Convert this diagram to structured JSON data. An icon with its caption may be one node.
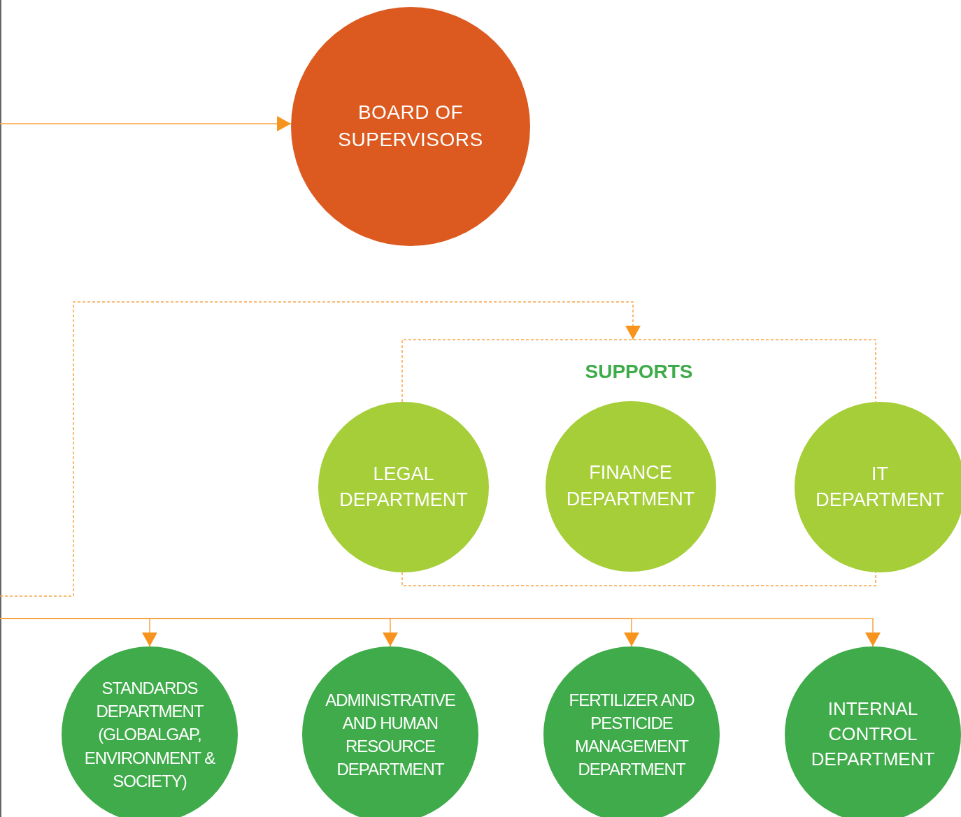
{
  "diagram": {
    "nodes": [
      {
        "text": [
          "BOARD OF SUPERVISORS"
        ]
      },
      {
        "text": [
          "SUPPORTS"
        ]
      },
      {
        "text": [
          "LEGAL DEPARTMENT"
        ]
      },
      {
        "text": [
          "FINANCE DEPARTMENT"
        ],
        "in": 1
      },
      {
        "text": [
          "IT DEPARTMENT"
        ]
      },
      {
        "text": [
          "STANDARDS DEPARTMENT (GLOBALGAP, ENVIRONMENT & SOCIETY)"
        ]
      },
      {
        "text": [
          "ADMINISTRATIVE AND HUMAN RESOURCE DEPARTMENT"
        ]
      },
      {
        "text": [
          "FERTILIZER AND PESTICIDE MANAGEMENT DEPARTMENT"
        ]
      },
      {
        "text": [
          "INTERNAL CONTROL DEPARTMENT"
        ]
      }
    ],
    "edges": [
      {
        "from": null,
        "to": 0,
        "arrow": "to"
      },
      {
        "from": null,
        "to": 1,
        "arrow": "to",
        "style": "dashed"
      },
      {
        "from": null,
        "to": 5,
        "arrow": "to"
      },
      {
        "from": null,
        "to": 6,
        "arrow": "to"
      },
      {
        "from": null,
        "to": 7,
        "arrow": "to"
      },
      {
        "from": null,
        "to": 8,
        "arrow": "to"
      }
    ]
  }
}
